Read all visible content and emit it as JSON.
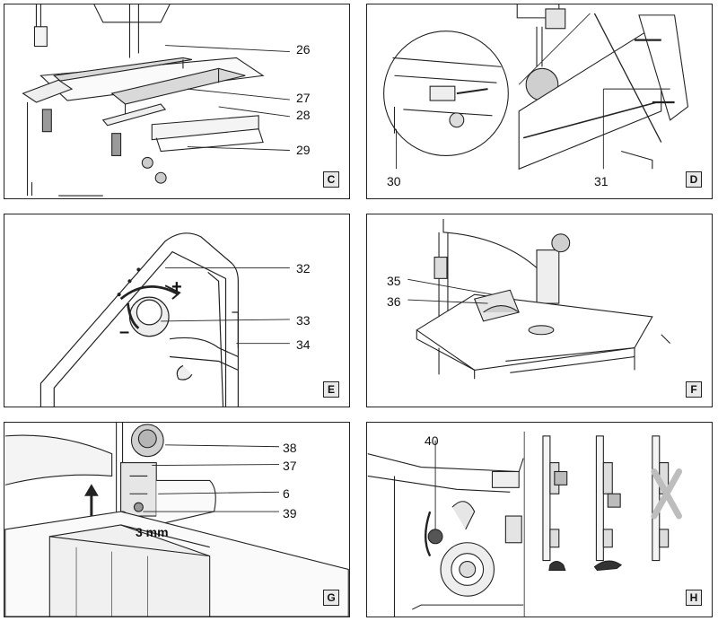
{
  "panels": {
    "c": {
      "tag": "C",
      "callouts": [
        "26",
        "27",
        "28",
        "29"
      ]
    },
    "d": {
      "tag": "D",
      "callouts": [
        "30",
        "31"
      ]
    },
    "e": {
      "tag": "E",
      "callouts": [
        "32",
        "33",
        "34"
      ],
      "plus": "+",
      "minus": "–"
    },
    "f": {
      "tag": "F",
      "callouts": [
        "35",
        "36"
      ]
    },
    "g": {
      "tag": "G",
      "callouts": [
        "38",
        "37",
        "6",
        "39"
      ],
      "gap": "3 mm"
    },
    "h": {
      "tag": "H",
      "callouts": [
        "40"
      ]
    }
  }
}
